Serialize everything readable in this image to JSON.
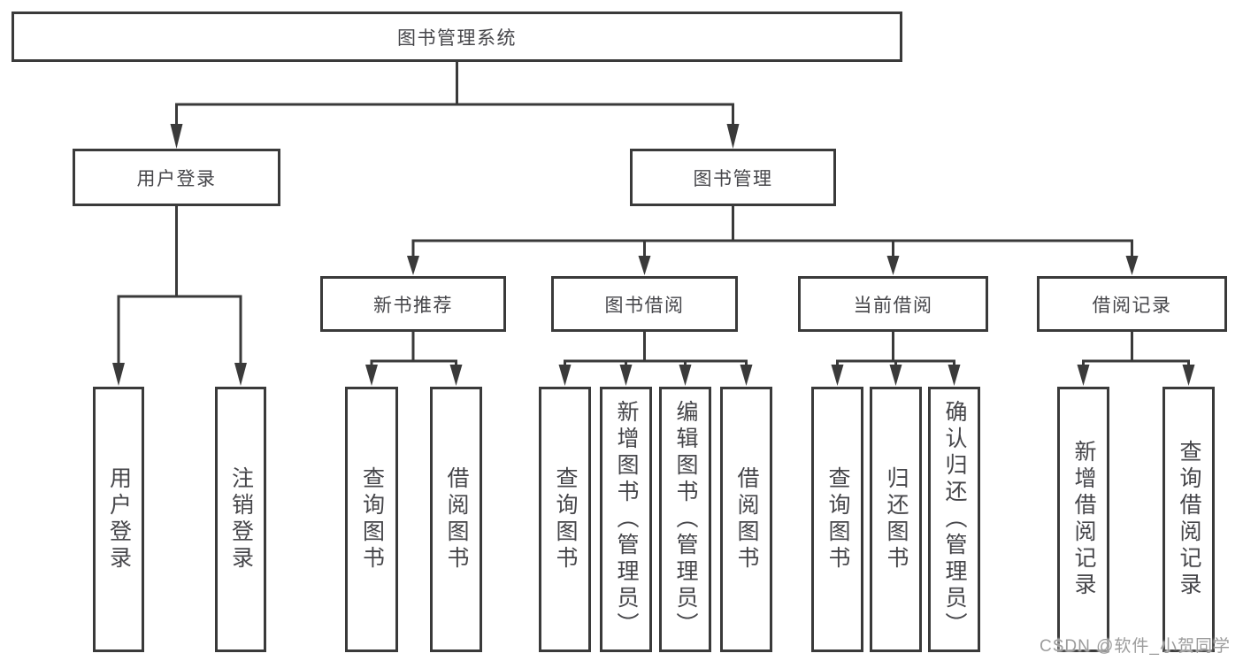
{
  "diagram": {
    "type": "hierarchy-tree",
    "title": "图书管理系统"
  },
  "nodes": {
    "root": {
      "label": "图书管理系统"
    },
    "user_login": {
      "label": "用户登录"
    },
    "book_mgmt": {
      "label": "图书管理"
    },
    "new_books": {
      "label": "新书推荐"
    },
    "book_borrow": {
      "label": "图书借阅"
    },
    "current_borrow": {
      "label": "当前借阅"
    },
    "borrow_records": {
      "label": "借阅记录"
    },
    "leaf_user_login": {
      "label": "用户登录"
    },
    "leaf_logout": {
      "label": "注销登录"
    },
    "leaf_query_books_1": {
      "label": "查询图书"
    },
    "leaf_borrow_books_1": {
      "label": "借阅图书"
    },
    "leaf_query_books_2": {
      "label": "查询图书"
    },
    "leaf_add_books": {
      "label": "新增图书（管理员）"
    },
    "leaf_edit_books": {
      "label": "编辑图书（管理员）"
    },
    "leaf_borrow_books_2": {
      "label": "借阅图书"
    },
    "leaf_query_books_3": {
      "label": "查询图书"
    },
    "leaf_return_books": {
      "label": "归还图书"
    },
    "leaf_confirm_return": {
      "label": "确认归还（管理员）"
    },
    "leaf_add_record": {
      "label": "新增借阅记录"
    },
    "leaf_query_record": {
      "label": "查询借阅记录"
    }
  },
  "hierarchy": {
    "root": "图书管理系统",
    "children": [
      {
        "label": "用户登录",
        "children": [
          "用户登录",
          "注销登录"
        ]
      },
      {
        "label": "图书管理",
        "children": [
          {
            "label": "新书推荐",
            "children": [
              "查询图书",
              "借阅图书"
            ]
          },
          {
            "label": "图书借阅",
            "children": [
              "查询图书",
              "新增图书（管理员）",
              "编辑图书（管理员）",
              "借阅图书"
            ]
          },
          {
            "label": "当前借阅",
            "children": [
              "查询图书",
              "归还图书",
              "确认归还（管理员）"
            ]
          },
          {
            "label": "借阅记录",
            "children": [
              "新增借阅记录",
              "查询借阅记录"
            ]
          }
        ]
      }
    ]
  },
  "watermark": {
    "text": "CSDN @软件_小贺同学"
  },
  "colors": {
    "line": "#3a3a3a",
    "box_border": "#3a3a3a",
    "box_fill": "#ffffff",
    "text": "#46464a",
    "watermark": "#9c9c9c",
    "background": "#ffffff"
  }
}
